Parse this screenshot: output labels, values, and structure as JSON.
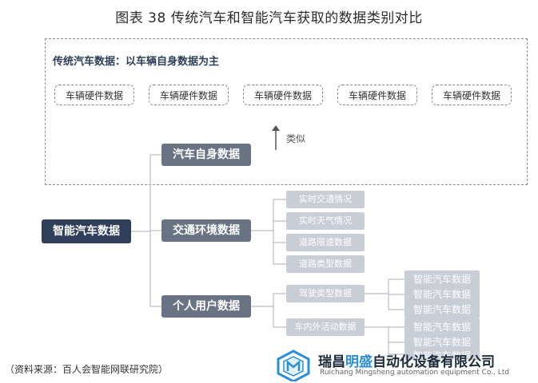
{
  "title": "图表 38 传统汽车和智能汽车获取的数据类别对比",
  "traditional": {
    "heading": "传统汽车数据：以车辆自身数据为主",
    "hardware_items": [
      "车辆硬件数据",
      "车辆硬件数据",
      "车辆硬件数据",
      "车辆硬件数据",
      "车辆硬件数据"
    ],
    "similar_label": "类似"
  },
  "tree": {
    "root": "智能汽车数据",
    "categories": [
      {
        "label": "汽车自身数据"
      },
      {
        "label": "交通环境数据",
        "children": [
          "实时交通情况",
          "实时天气情况",
          "道路限速数据",
          "道路类型数据"
        ]
      },
      {
        "label": "个人用户数据",
        "children": [
          {
            "label": "驾驶类型数据",
            "children": [
              "智能汽车数据",
              "智能汽车数据",
              "智能汽车数据"
            ]
          },
          {
            "label": "车内外活动数据",
            "children": [
              "智能汽车数据",
              "智能汽车数据",
              "智能汽车数据"
            ]
          }
        ]
      }
    ]
  },
  "source": "（资料来源：百人会智能网联研究院）",
  "watermark": {
    "company_prefix": "瑞昌",
    "company_highlight": "明盛",
    "company_suffix": "自动化设备有限公司",
    "company_en": "Ruichang Mingsheng automation equipment Co., Ltd"
  },
  "colors": {
    "root": "#2f3f5a",
    "category": "#6a7384",
    "leaf": "#c8cdd6",
    "connector": "#b8bcc4",
    "logo": "#2a8fd6"
  }
}
